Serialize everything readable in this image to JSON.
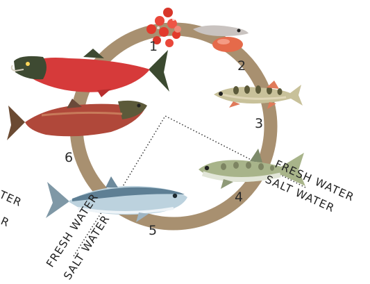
{
  "stages": [
    {
      "number": "1",
      "name": "eggs"
    },
    {
      "number": "2",
      "name": "alevin"
    },
    {
      "number": "3",
      "name": "fry"
    },
    {
      "number": "4",
      "name": "smolt"
    },
    {
      "number": "5",
      "name": "adult ocean salmon"
    },
    {
      "number": "6",
      "name": "spawning salmon"
    }
  ],
  "boundaries": {
    "right": {
      "upper": "FRESH WATER",
      "lower": "SALT WATER"
    },
    "left": {
      "upper": "FRESH WATER",
      "lower": "SALT WATER"
    },
    "edge": {
      "upper": "TER",
      "lower": "R"
    }
  },
  "colors": {
    "cycle_ring": "#a89070",
    "egg": "#e23a2c",
    "spawning_red": "#d63a3a",
    "spawning_head": "#3e4a32",
    "ocean_silver": "#bcd2de",
    "ocean_back": "#5e7f94",
    "smolt_green": "#a8b48a",
    "text": "#222222"
  }
}
